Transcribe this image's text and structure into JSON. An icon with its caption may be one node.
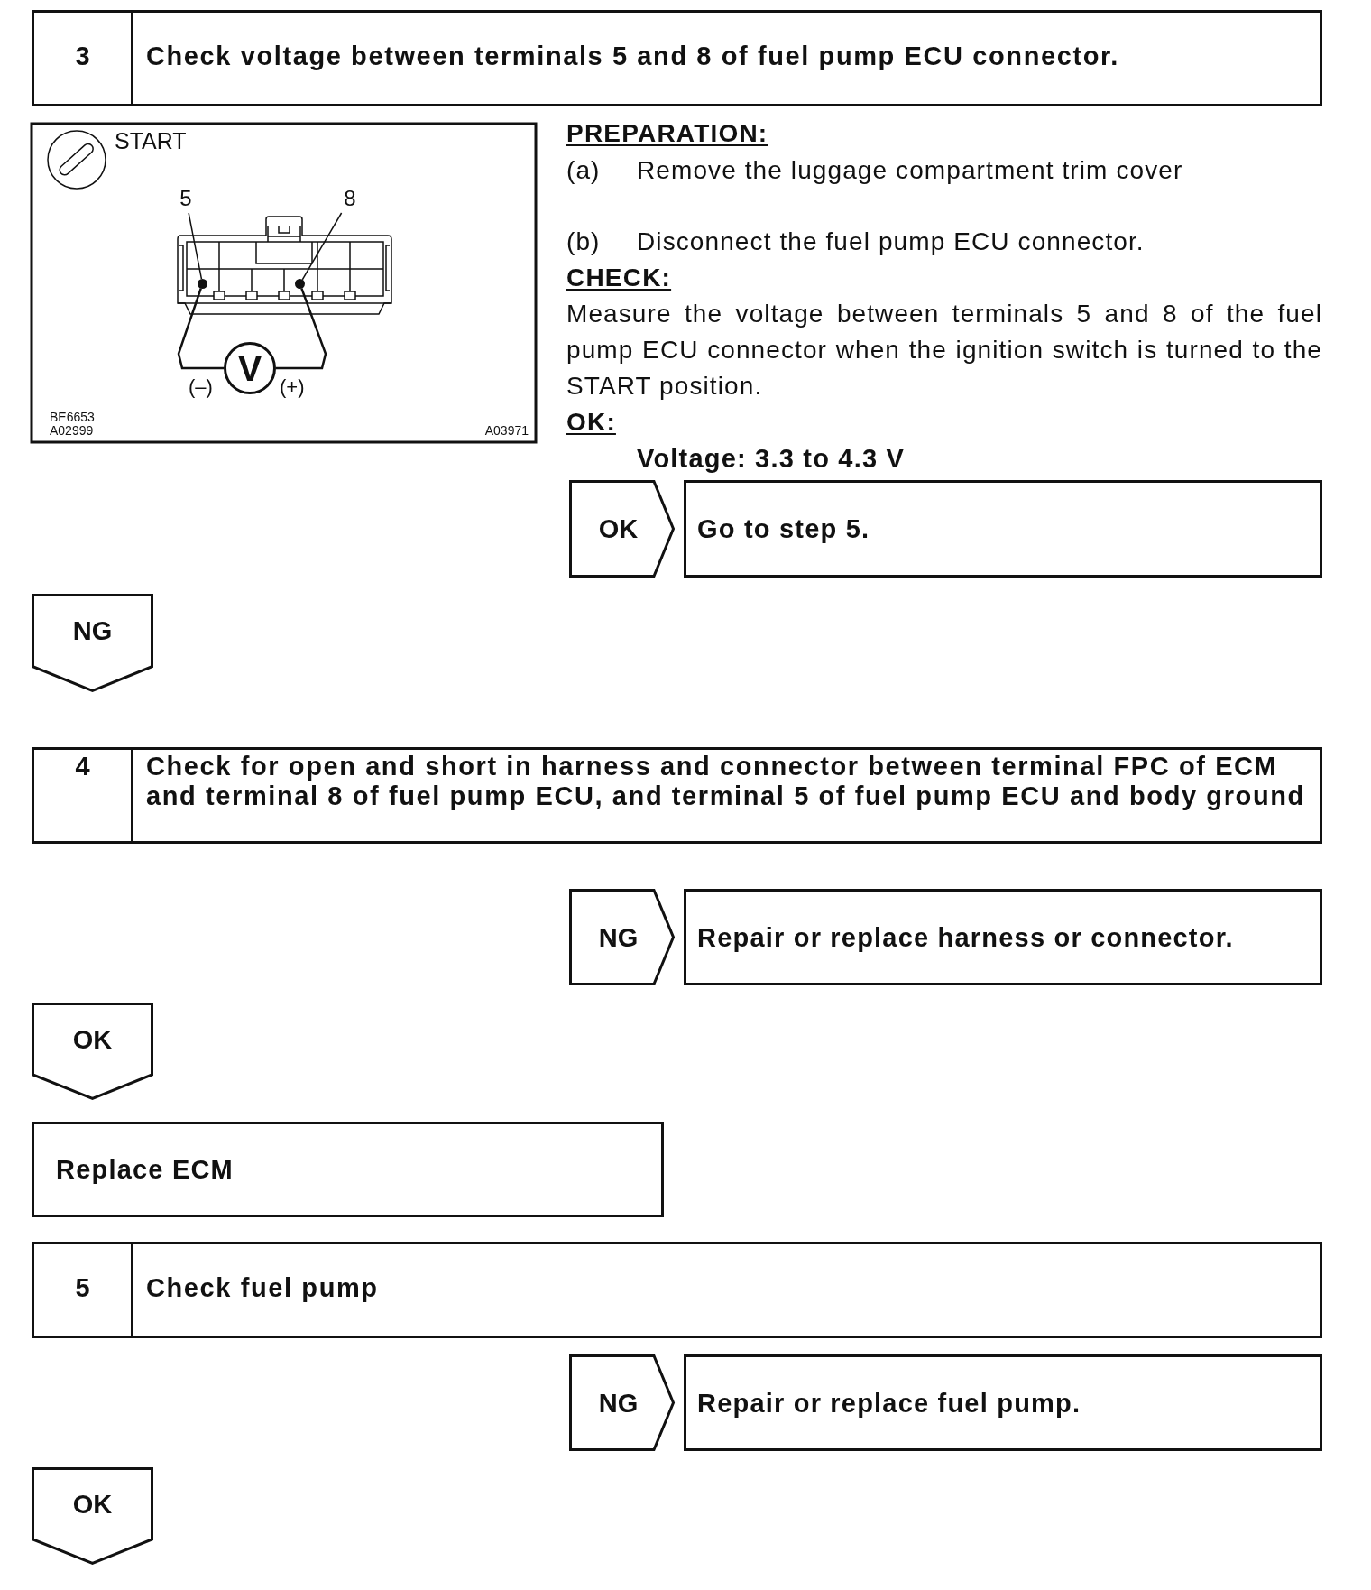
{
  "diagram": {
    "nodes": [
      {
        "text": [
          "3",
          "Check voltage between terminals 5 and 8 of fuel pump ECU connector."
        ]
      },
      {
        "text": [
          "5"
        ]
      },
      {
        "text": [
          "8"
        ]
      },
      {
        "text": [],
        "shape": "circle"
      },
      {
        "text": [],
        "shape": "circle"
      },
      {
        "text": [
          "V"
        ]
      },
      {
        "text": [
          "OK"
        ]
      },
      {
        "text": [
          "Go to step 5."
        ]
      },
      {
        "text": [
          "NG"
        ]
      },
      {
        "text": [
          "4",
          "Check for open and short in harness and connector between terminal FPC of ECM and terminal 8 of fuel pump ECU, and terminal 5 of fuel pump ECU and body ground"
        ]
      },
      {
        "text": [
          "NG"
        ]
      },
      {
        "text": [
          "Repair or replace harness or connector."
        ]
      },
      {
        "text": [
          "OK"
        ]
      },
      {
        "text": [
          "Replace ECM"
        ]
      },
      {
        "text": [
          "5",
          "Check fuel pump"
        ]
      },
      {
        "text": [
          "NG"
        ]
      },
      {
        "text": [
          "Repair or replace fuel pump."
        ]
      },
      {
        "text": [
          "OK"
        ]
      }
    ],
    "edges": [
      {
        "from": 1,
        "to": 3,
        "arrow": "none"
      },
      {
        "from": 2,
        "to": 4,
        "arrow": "none"
      },
      {
        "from": 3,
        "to": 5,
        "arrow": "none"
      },
      {
        "from": 4,
        "to": 5,
        "arrow": "none"
      }
    ],
    "labels": [
      "START",
      "(–)",
      "(+)",
      "BE6653",
      "A02999",
      "A03971",
      "PREPARATION:",
      "(a)",
      "Remove the luggage compartment trim cover",
      "(b)",
      "Disconnect the fuel pump ECU connector.",
      "CHECK:",
      "Measure the voltage between terminals 5 and 8 of the fuel pump ECU connector when the ignition switch is turned to the START position.",
      "OK:",
      "Voltage: 3.3 to 4.3 V"
    ]
  }
}
